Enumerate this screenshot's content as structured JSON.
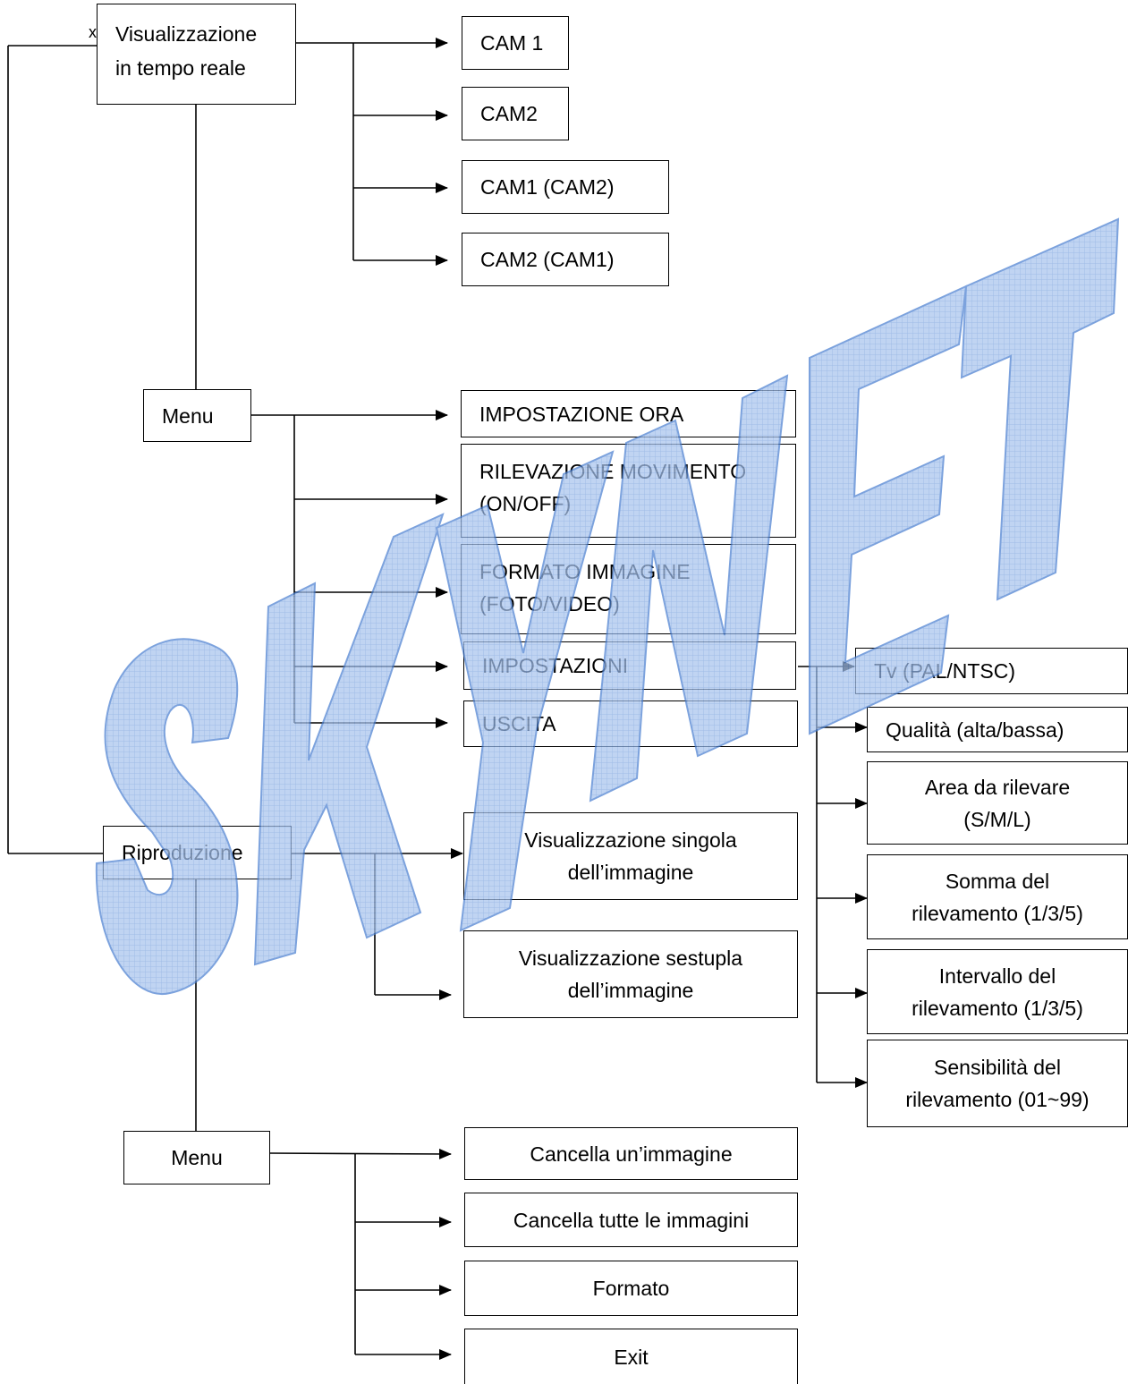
{
  "nodes": {
    "live_view_line1": "Visualizzazione",
    "live_view_line2": "in tempo reale",
    "cam_1": "CAM 1",
    "cam_2": "CAM2",
    "cam_1_2": "CAM1 (CAM2)",
    "cam_2_1": "CAM2 (CAM1)",
    "menu_live": "Menu",
    "time_setting": "IMPOSTAZIONE ORA",
    "motion_line1": "RILEVAZIONE MOVIMENTO",
    "motion_line2": "(ON/OFF)",
    "image_format_line1": "FORMATO IMMAGINE",
    "image_format_line2": "(FOTO/VIDEO)",
    "settings": "IMPOSTAZIONI",
    "exit_live": "USCITA",
    "tv": "Tv (PAL/NTSC)",
    "quality": "Qualità (alta/bassa)",
    "area_line1": "Area da rilevare",
    "area_line2": "(S/M/L)",
    "sum_line1": "Somma  del",
    "sum_line2": "rilevamento (1/3/5)",
    "interval_line1": "Intervallo  del",
    "interval_line2": "rilevamento (1/3/5)",
    "sensitivity_line1": "Sensibilità  del",
    "sensitivity_line2": "rilevamento (01~99)",
    "playback": "Riproduzione",
    "single_view_line1": "Visualizzazione singola",
    "single_view_line2": "dell’immagine",
    "six_view_line1": "Visualizzazione sestupla",
    "six_view_line2": "dell’immagine",
    "menu_playback": "Menu",
    "delete_one": "Cancella un’immagine",
    "delete_all": "Cancella tutte le immagini",
    "format": "Formato",
    "exit_playback": "Exit"
  },
  "stray_mark": "x",
  "watermark": {
    "text": "SKYNET",
    "color": "#4a7fd0",
    "fill": "#a8c4ee"
  }
}
